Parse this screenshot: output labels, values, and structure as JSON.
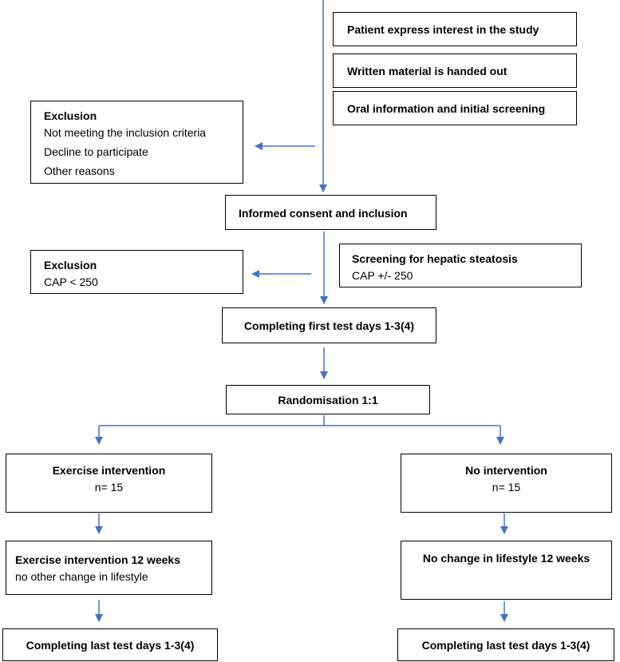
{
  "boxes": {
    "interest": {
      "title": "Patient express interest in the study"
    },
    "written": {
      "title": "Written material is handed out"
    },
    "oral": {
      "title": "Oral information and initial screening"
    },
    "exclusion1": {
      "title": "Exclusion",
      "lines": [
        "Not meeting the inclusion criteria",
        "Decline to participate",
        "Other reasons"
      ]
    },
    "consent": {
      "title": "Informed consent and inclusion"
    },
    "exclusion2": {
      "title": "Exclusion",
      "lines": [
        "CAP < 250"
      ]
    },
    "screening": {
      "title": "Screening for hepatic steatosis",
      "lines": [
        "CAP +/- 250"
      ]
    },
    "first_test": {
      "title": "Completing first test days 1-3(4)"
    },
    "randomisation": {
      "title": "Randomisation 1:1"
    },
    "exercise_arm": {
      "title": "Exercise intervention",
      "lines": [
        "n= 15"
      ]
    },
    "control_arm": {
      "title": "No intervention",
      "lines": [
        "n= 15"
      ]
    },
    "exercise_12w": {
      "title": "Exercise intervention 12 weeks",
      "lines": [
        "no other change in lifestyle"
      ]
    },
    "control_12w": {
      "title": "No change in lifestyle 12 weeks"
    },
    "last_test_exercise": {
      "title": "Completing last test days 1-3(4)"
    },
    "last_test_control": {
      "title": "Completing last test days 1-3(4)"
    }
  },
  "colors": {
    "arrow": "#4472c4",
    "border": "#000000"
  }
}
